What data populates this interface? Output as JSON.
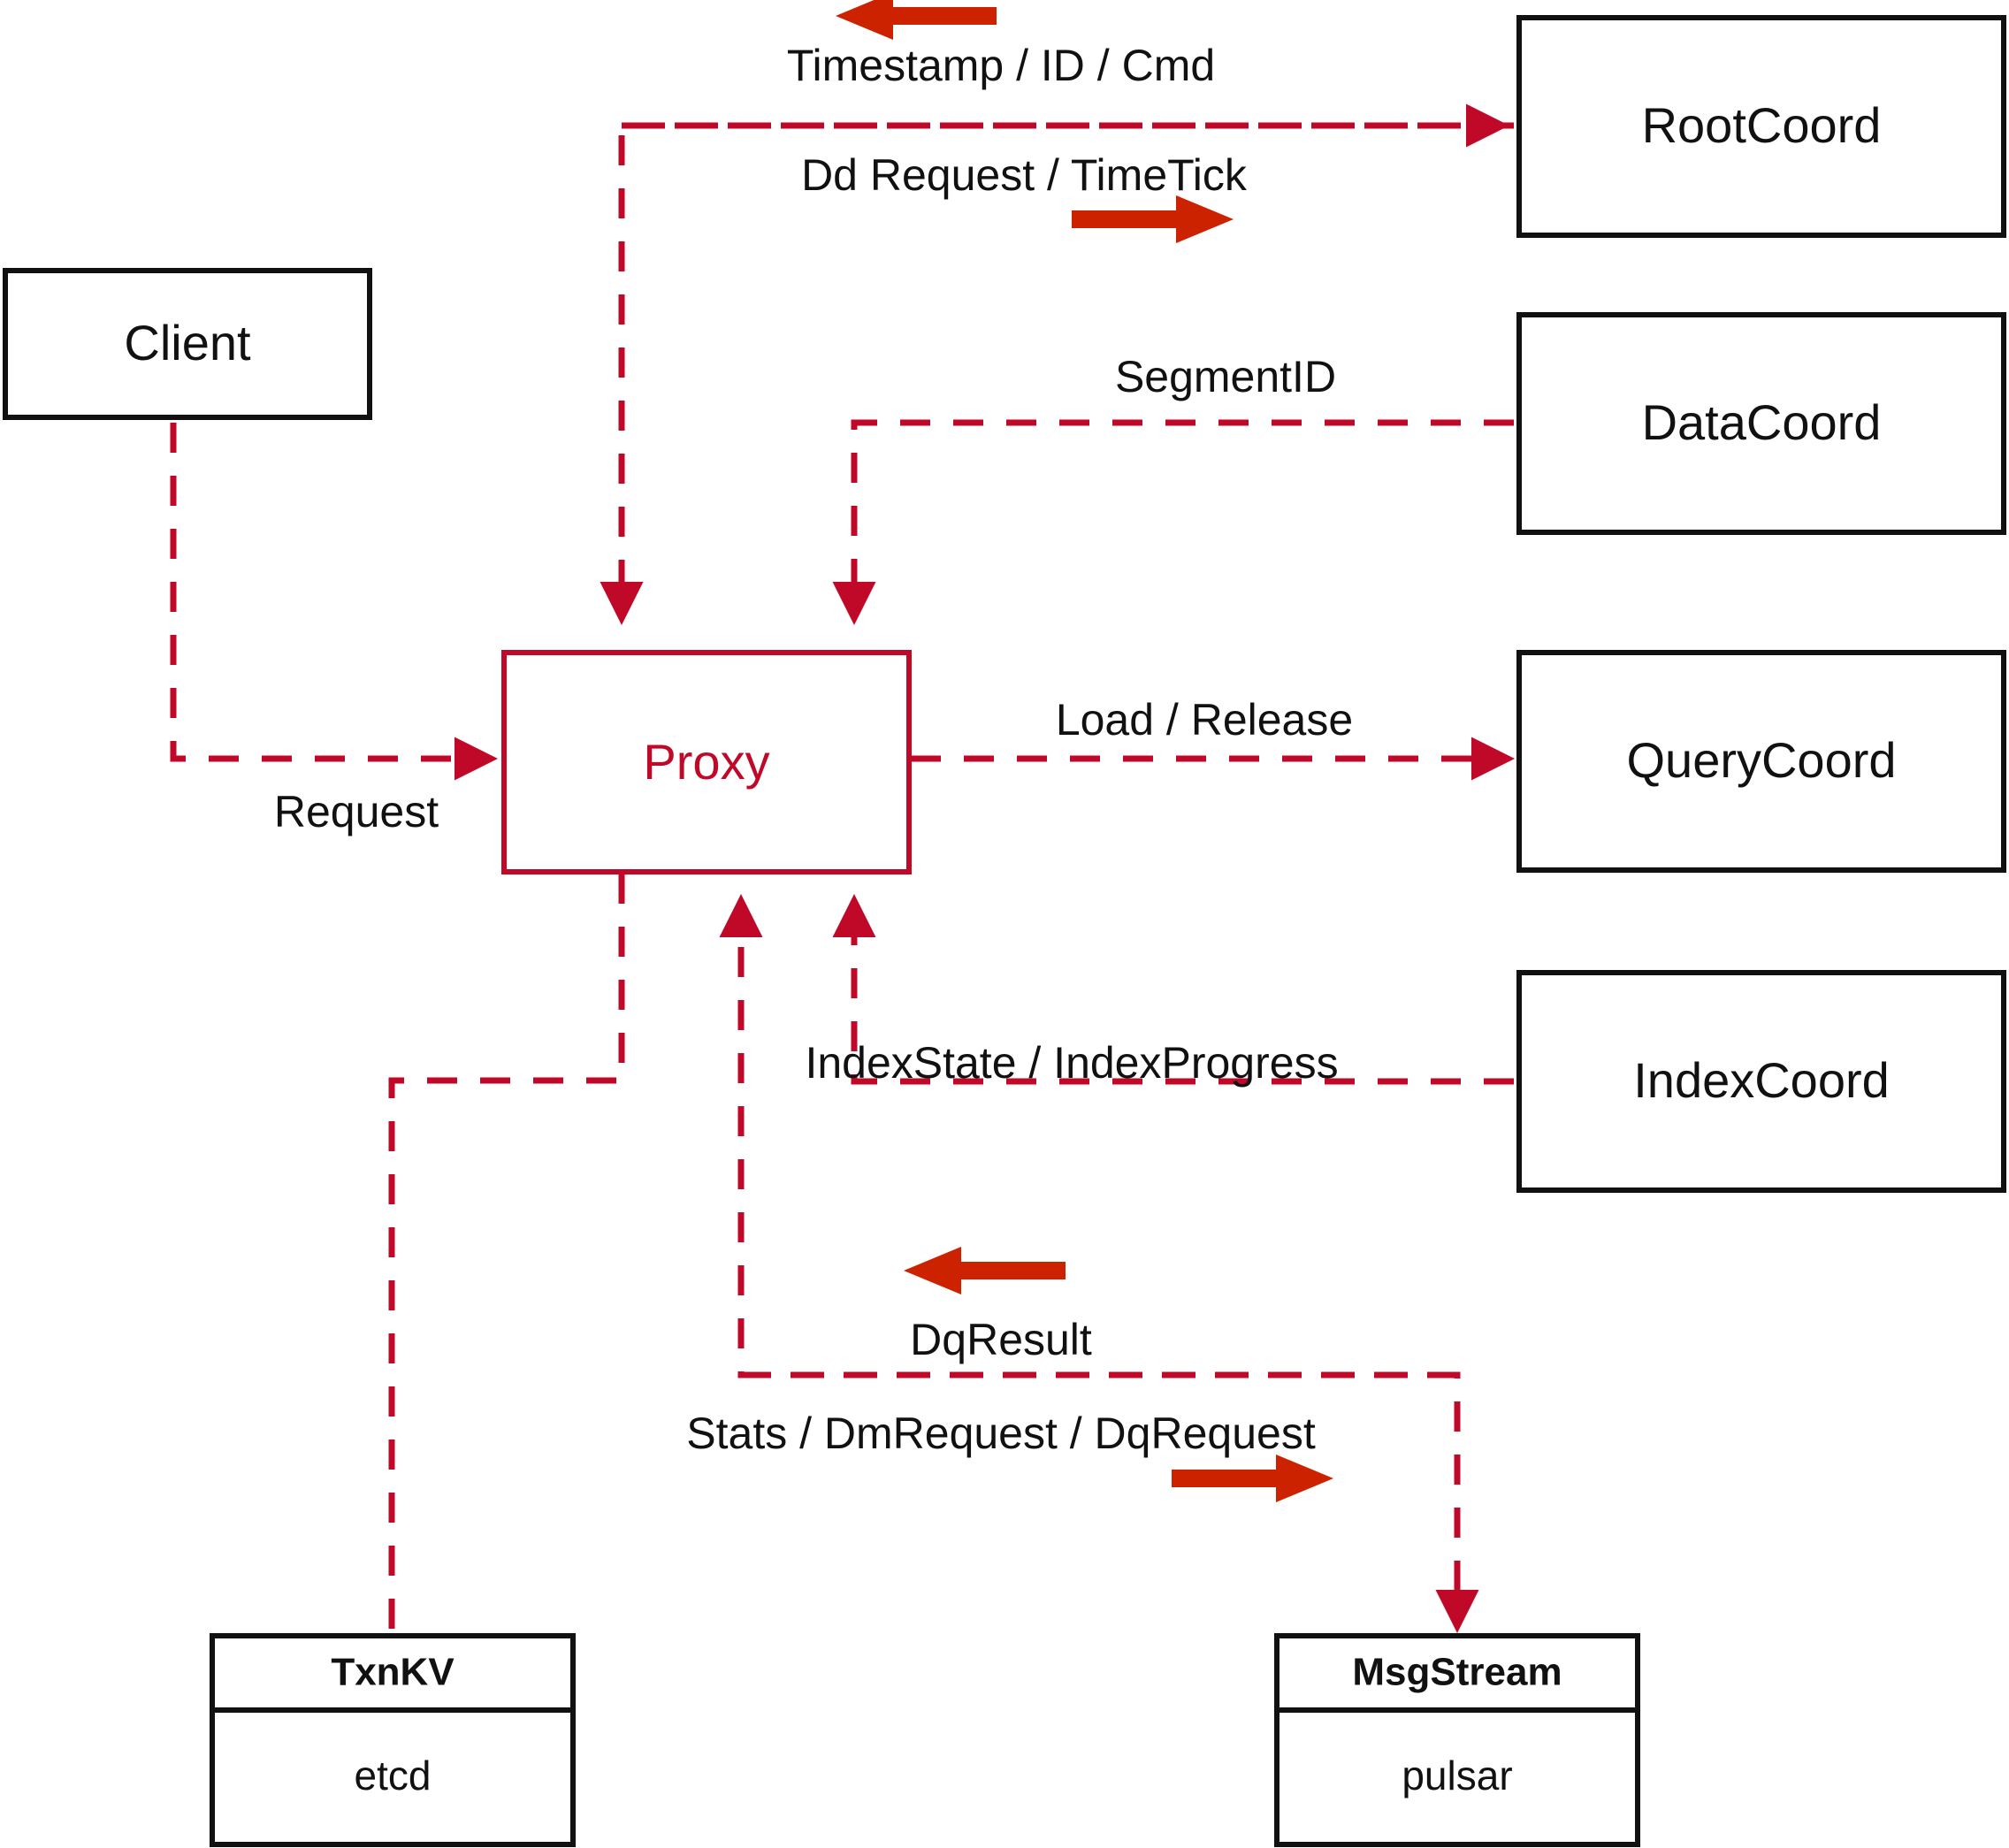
{
  "diagram": {
    "title": "Milvus Proxy interaction diagram",
    "colors": {
      "flow_line": "#C00829",
      "decorative_arrow": "#CC2200",
      "node_stroke": "#111111",
      "background": "#FFFFFF"
    },
    "nodes": {
      "client": {
        "label": "Client"
      },
      "proxy": {
        "label": "Proxy"
      },
      "root_coord": {
        "label": "RootCoord"
      },
      "data_coord": {
        "label": "DataCoord"
      },
      "query_coord": {
        "label": "QueryCoord"
      },
      "index_coord": {
        "label": "IndexCoord"
      },
      "txnkv": {
        "title": "TxnKV",
        "impl": "etcd"
      },
      "msgstream": {
        "title": "MsgStream",
        "impl": "pulsar"
      }
    },
    "edge_labels": {
      "timestamp_id_cmd": "Timestamp / ID / Cmd",
      "dd_request_timetick": "Dd Request / TimeTick",
      "segment_id": "SegmentID",
      "request": "Request",
      "load_release": "Load / Release",
      "index_state_progress": "IndexState / IndexProgress",
      "dq_result": "DqResult",
      "stats_dm_dq_request": "Stats / DmRequest / DqRequest"
    },
    "flows": [
      {
        "from": "RootCoord",
        "to": "Proxy",
        "label": "Timestamp / ID / Cmd",
        "direction": "left"
      },
      {
        "from": "Proxy",
        "to": "RootCoord",
        "label": "Dd Request / TimeTick",
        "direction": "right"
      },
      {
        "from": "DataCoord",
        "to": "Proxy",
        "label": "SegmentID",
        "direction": "left"
      },
      {
        "from": "Client",
        "to": "Proxy",
        "label": "Request",
        "direction": "right"
      },
      {
        "from": "Proxy",
        "to": "QueryCoord",
        "label": "Load / Release",
        "direction": "right"
      },
      {
        "from": "IndexCoord",
        "to": "Proxy",
        "label": "IndexState / IndexProgress",
        "direction": "left"
      },
      {
        "from": "MsgStream",
        "to": "Proxy",
        "label": "DqResult",
        "direction": "left"
      },
      {
        "from": "Proxy",
        "to": "MsgStream",
        "label": "Stats / DmRequest / DqRequest",
        "direction": "right"
      },
      {
        "from": "Proxy",
        "to": "TxnKV",
        "label": "",
        "direction": "down"
      }
    ]
  }
}
